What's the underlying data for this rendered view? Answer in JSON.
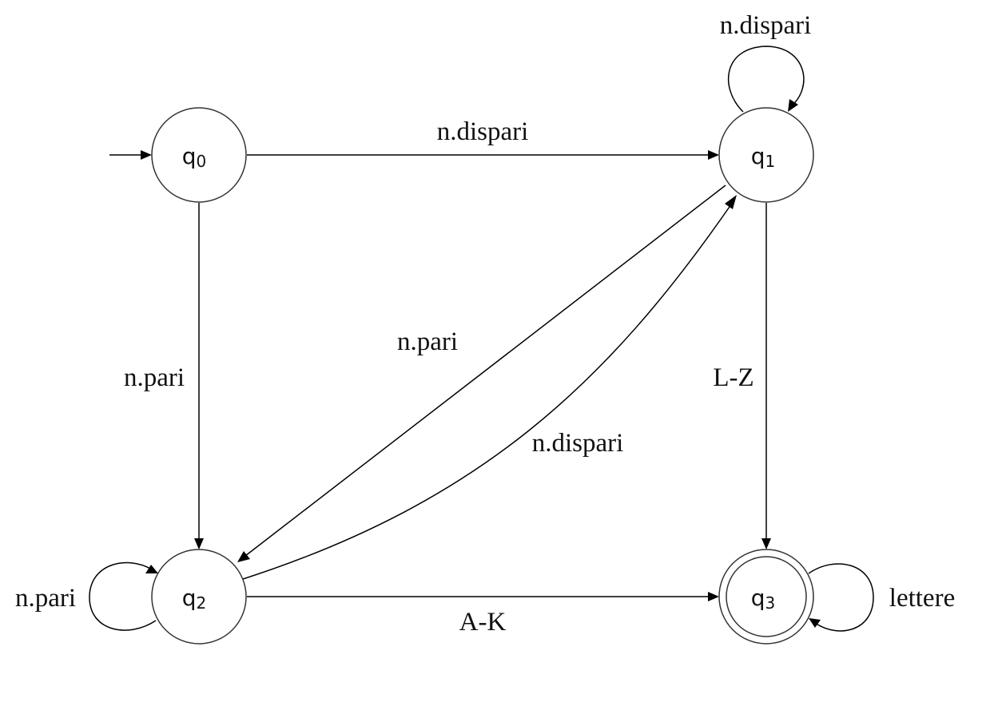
{
  "states": {
    "q0": {
      "label": "q",
      "index": "0"
    },
    "q1": {
      "label": "q",
      "index": "1"
    },
    "q2": {
      "label": "q",
      "index": "2"
    },
    "q3": {
      "label": "q",
      "index": "3"
    }
  },
  "initial_state": "q0",
  "accepting_states": [
    "q3"
  ],
  "transitions": [
    {
      "id": "q0-q1",
      "from": "q0",
      "to": "q1",
      "label": "n.dispari"
    },
    {
      "id": "q1-q1",
      "from": "q1",
      "to": "q1",
      "label": "n.dispari"
    },
    {
      "id": "q0-q2",
      "from": "q0",
      "to": "q2",
      "label": "n.pari"
    },
    {
      "id": "q1-q2",
      "from": "q1",
      "to": "q2",
      "label": "n.pari"
    },
    {
      "id": "q2-q1",
      "from": "q2",
      "to": "q1",
      "label": "n.dispari"
    },
    {
      "id": "q1-q3",
      "from": "q1",
      "to": "q3",
      "label": "L-Z"
    },
    {
      "id": "q2-q2",
      "from": "q2",
      "to": "q2",
      "label": "n.pari"
    },
    {
      "id": "q2-q3",
      "from": "q2",
      "to": "q3",
      "label": "A-K"
    },
    {
      "id": "q3-q3",
      "from": "q3",
      "to": "q3",
      "label": "lettere"
    }
  ],
  "colors": {
    "stroke": "#333333",
    "text": "#111111",
    "background": "#ffffff"
  }
}
